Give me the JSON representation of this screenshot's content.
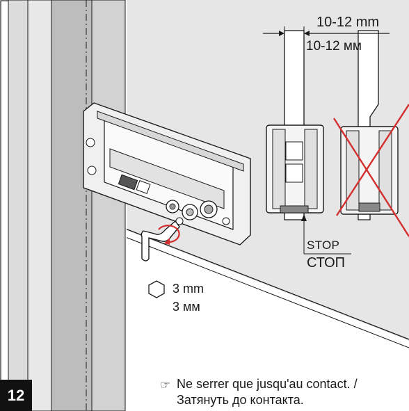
{
  "step_number": "12",
  "gap_dimension": {
    "label_en": "10-12 mm",
    "label_ru": "10-12 мм"
  },
  "stop": {
    "label_en": "STOP",
    "label_ru": "СТОП"
  },
  "hex_key": {
    "icon": "hexagon-icon",
    "size_en": "3 mm",
    "size_ru": "3 мм"
  },
  "note": {
    "icon": "pointing-hand-icon",
    "line1": "Ne serrer que jusqu'au contact. /",
    "line2": "Затянуть до контакта."
  },
  "colors": {
    "outline": "#1a1a1a",
    "panel": "#e6e6e6",
    "profile": "#bdbdbd",
    "cross": "#d32f2f",
    "badge": "#111111"
  }
}
